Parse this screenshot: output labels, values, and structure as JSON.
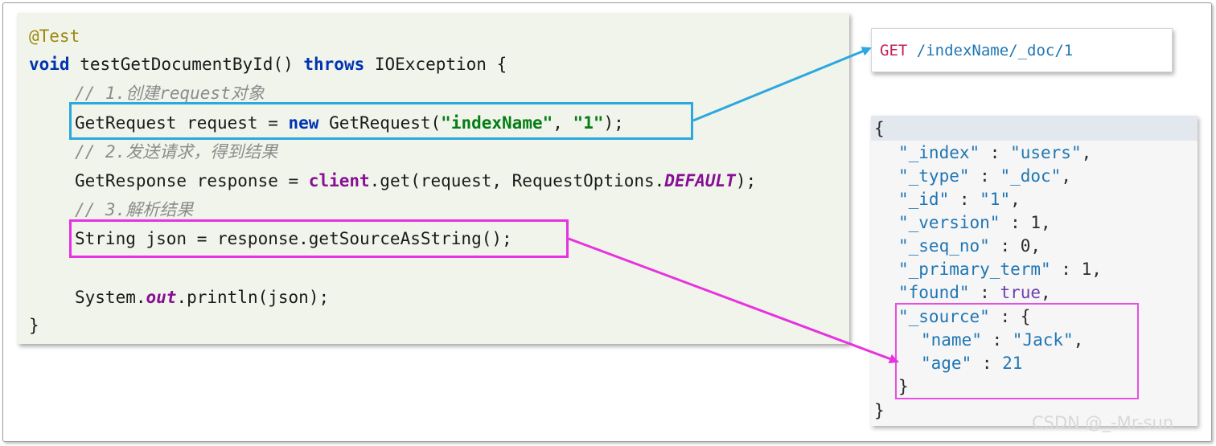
{
  "code": {
    "annotation": "@Test",
    "method": {
      "kw_void": "void",
      "signature": " testGetDocumentById() ",
      "kw_throws": "throws",
      "rest": " IOException {"
    },
    "comment1": "// 1.创建request对象",
    "line_request": {
      "pre": "GetRequest request = ",
      "kw_new": "new",
      "mid": " GetRequest(",
      "str_index": "\"indexName\"",
      "comma": ", ",
      "str_id": "\"1\"",
      "end": ");"
    },
    "comment2": "// 2.发送请求，得到结果",
    "line_response": {
      "pre": "GetResponse response = ",
      "field_client": "client",
      "mid": ".get(request, RequestOptions.",
      "const_default": "DEFAULT",
      "end": ");"
    },
    "comment3": "// 3.解析结果",
    "line_json": "String json = response.getSourceAsString();",
    "line_print": {
      "pre": "System.",
      "field_out": "out",
      "end": ".println(json);"
    },
    "close": "}"
  },
  "request": {
    "method": "GET",
    "path": " /indexName/_doc/1"
  },
  "response_json": {
    "open": "{",
    "index_key": "\"_index\"",
    "index_val": "\"users\"",
    "type_key": "\"_type\"",
    "type_val": "\"_doc\"",
    "id_key": "\"_id\"",
    "id_val": "\"1\"",
    "version_key": "\"_version\"",
    "version_val": "1",
    "seq_key": "\"_seq_no\"",
    "seq_val": "0",
    "term_key": "\"_primary_term\"",
    "term_val": "1",
    "found_key": "\"found\"",
    "found_val": "true",
    "source_key": "\"_source\"",
    "name_key": "\"name\"",
    "name_val": "\"Jack\"",
    "age_key": "\"age\"",
    "age_val": "21",
    "inner_close": "}",
    "close": "}"
  },
  "watermark": "CSDN @_-Mr-sun",
  "colors": {
    "request_highlight": "#2aa8df",
    "json_highlight": "#e632e0",
    "code_background": "#f1f4ea"
  }
}
